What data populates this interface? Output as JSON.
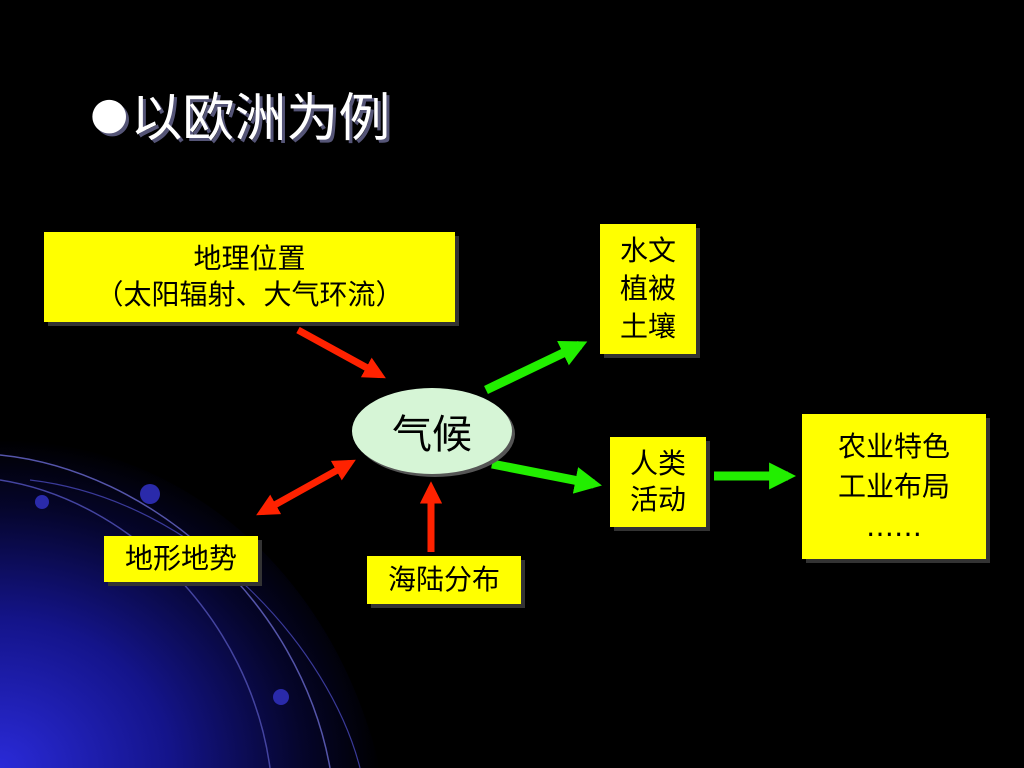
{
  "slide": {
    "bullet": "●",
    "title": "以欧洲为例"
  },
  "diagram": {
    "center": "气候",
    "location": {
      "line1": "地理位置",
      "line2": "（太阳辐射、大气环流）"
    },
    "terrain": "地形地势",
    "land_sea": "海陆分布",
    "effects": {
      "line1": "水文",
      "line2": "植被",
      "line3": "土壤"
    },
    "human": {
      "line1": "人类",
      "line2": "活动"
    },
    "outcome": {
      "line1": "农业特色",
      "line2": "工业布局",
      "line3": "……"
    }
  },
  "colors": {
    "box_fill": "#ffff00",
    "climate_fill": "#d6f5d6",
    "red_arrow": "#ff2200",
    "green_arrow": "#22ee00",
    "title_text": "#ffffff"
  }
}
